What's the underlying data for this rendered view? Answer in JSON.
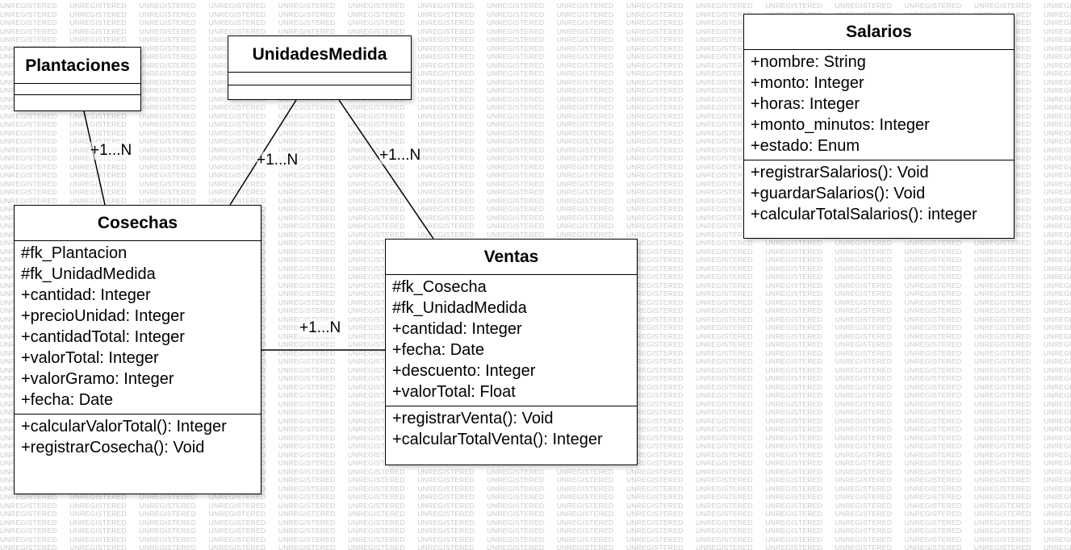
{
  "watermark": {
    "word": "UNREGISTERED"
  },
  "classes": {
    "plantaciones": {
      "name": "Plantaciones",
      "attributes": [],
      "operations": []
    },
    "unidades_medida": {
      "name": "UnidadesMedida",
      "attributes": [],
      "operations": []
    },
    "salarios": {
      "name": "Salarios",
      "attributes": [
        "+nombre: String",
        "+monto: Integer",
        "+horas: Integer",
        "+monto_minutos: Integer",
        "+estado: Enum"
      ],
      "operations": [
        "+registrarSalarios(): Void",
        "+guardarSalarios(): Void",
        "+calcularTotalSalarios(): integer"
      ]
    },
    "cosechas": {
      "name": "Cosechas",
      "attributes": [
        "#fk_Plantacion",
        "#fk_UnidadMedida",
        "+cantidad: Integer",
        "+precioUnidad: Integer",
        "+cantidadTotal: Integer",
        "+valorTotal: Integer",
        "+valorGramo: Integer",
        "+fecha: Date"
      ],
      "operations": [
        "+calcularValorTotal(): Integer",
        "+registrarCosecha(): Void"
      ]
    },
    "ventas": {
      "name": "Ventas",
      "attributes": [
        "#fk_Cosecha",
        "#fk_UnidadMedida",
        "+cantidad: Integer",
        "+fecha: Date",
        "+descuento: Integer",
        "+valorTotal: Float"
      ],
      "operations": [
        "+registrarVenta(): Void",
        "+calcularTotalVenta(): Integer"
      ]
    }
  },
  "associations": {
    "plantaciones_cosechas": {
      "multiplicity": "+1...N"
    },
    "unidades_cosechas": {
      "multiplicity": "+1...N"
    },
    "unidades_ventas": {
      "multiplicity": "+1...N"
    },
    "cosechas_ventas": {
      "multiplicity": "+1...N"
    }
  }
}
